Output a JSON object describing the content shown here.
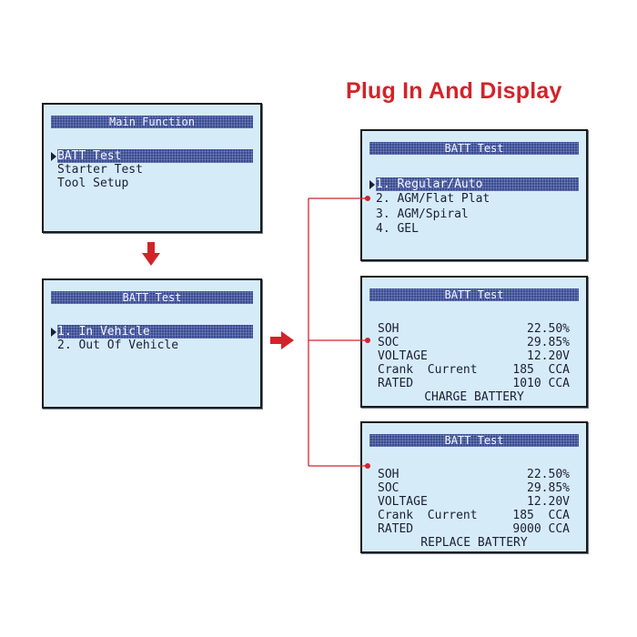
{
  "headline": "Plug In And Display",
  "main_menu": {
    "title": "Main Function",
    "items": [
      "BATT Test",
      "Starter Test",
      "Tool Setup"
    ],
    "selected_index": 0
  },
  "location_menu": {
    "title": "BATT Test",
    "items": [
      "1. In Vehicle",
      "2. Out Of Vehicle"
    ],
    "selected_index": 0
  },
  "type_menu": {
    "title": "BATT Test",
    "items": [
      "1. Regular/Auto",
      "2. AGM/Flat Plat",
      "3. AGM/Spiral",
      "4. GEL"
    ],
    "selected_index": 0
  },
  "result_charge": {
    "title": "BATT Test",
    "rows": [
      {
        "label": "SOH",
        "value": "22.50%"
      },
      {
        "label": "SOC",
        "value": "29.85%"
      },
      {
        "label": "VOLTAGE",
        "value": "12.20V"
      },
      {
        "label": "Crank  Current",
        "value": "185  CCA"
      },
      {
        "label": "RATED",
        "value": "1010 CCA"
      }
    ],
    "message": "CHARGE BATTERY"
  },
  "result_replace": {
    "title": "BATT Test",
    "rows": [
      {
        "label": "SOH",
        "value": "22.50%"
      },
      {
        "label": "SOC",
        "value": "29.85%"
      },
      {
        "label": "VOLTAGE",
        "value": "12.20V"
      },
      {
        "label": "Crank  Current",
        "value": "185  CCA"
      },
      {
        "label": "RATED",
        "value": "9000 CCA"
      }
    ],
    "message": "REPLACE BATTERY"
  },
  "colors": {
    "accent_red": "#d2232a",
    "screen_bg": "#d6ebf8",
    "highlight": "#3a4c94"
  }
}
